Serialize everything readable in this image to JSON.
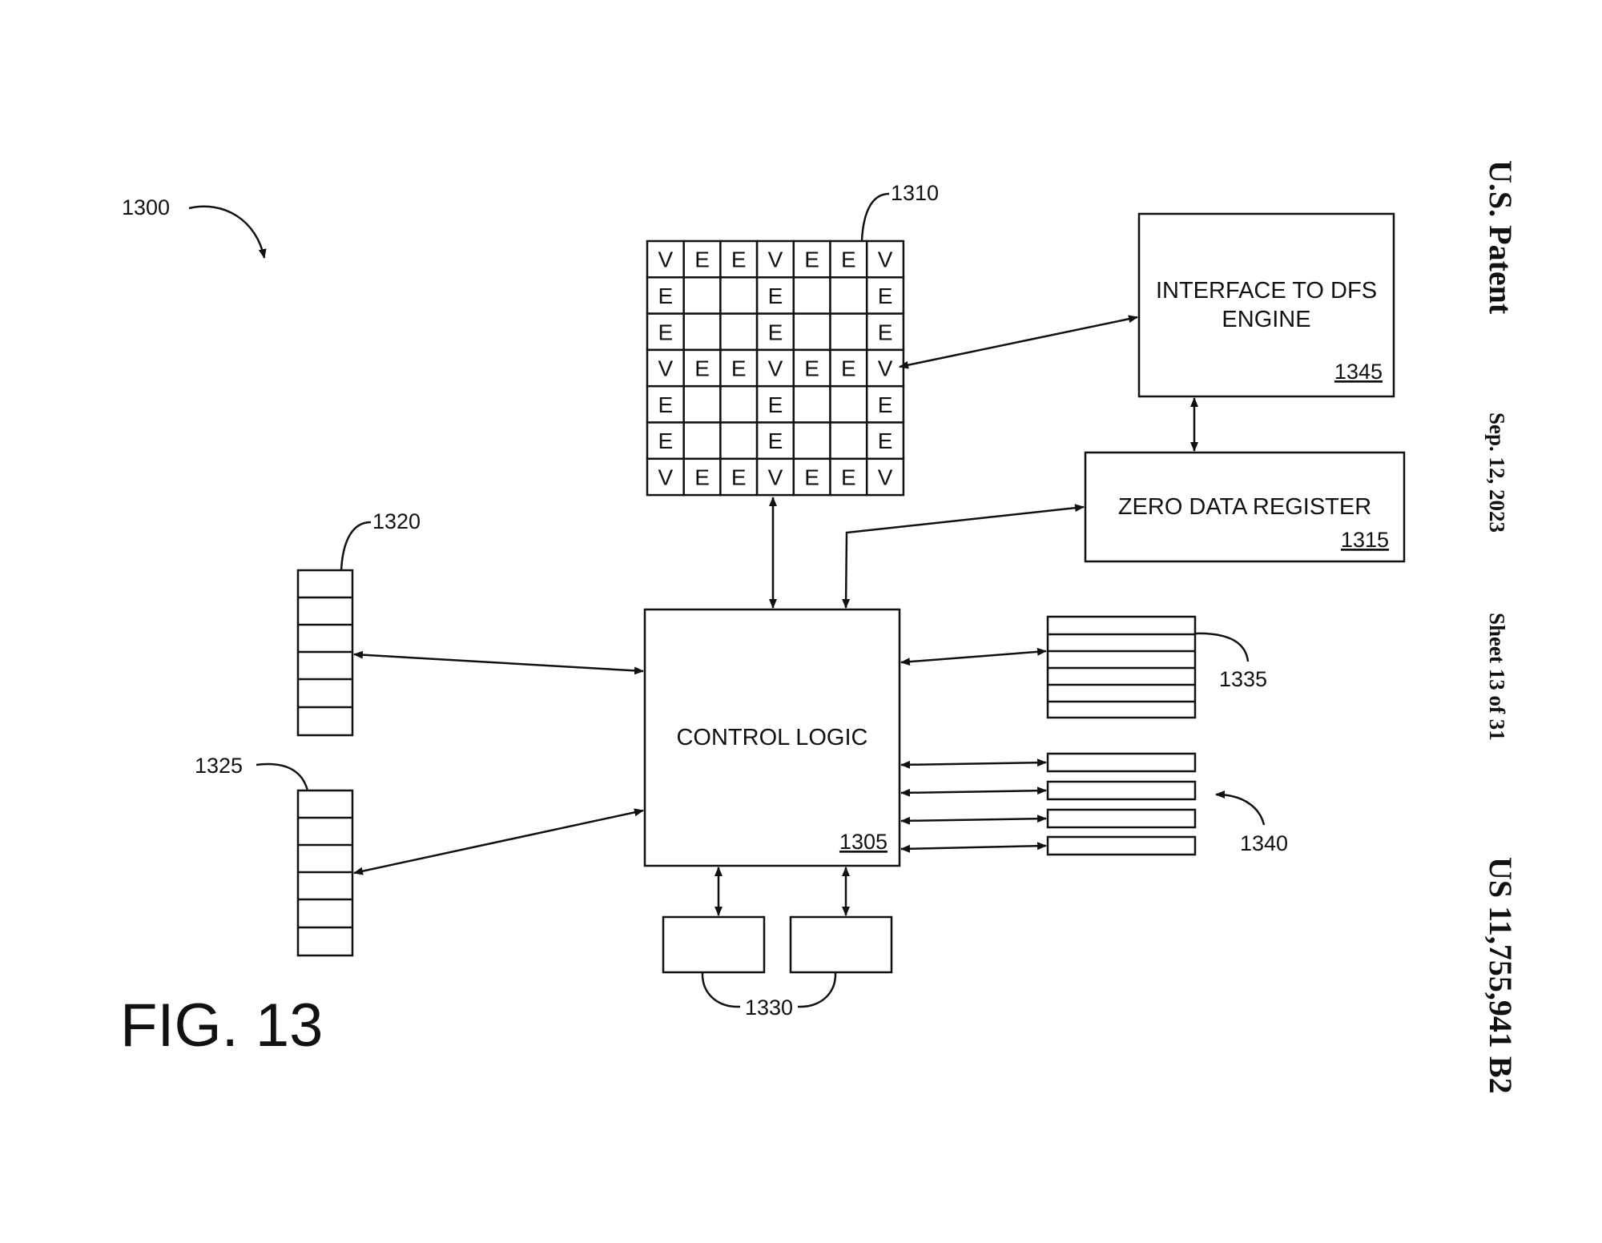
{
  "header": {
    "publisher": "U.S. Patent",
    "date": "Sep. 12, 2023",
    "sheet": "Sheet 13 of 31",
    "patent_number": "US 11,755,941 B2"
  },
  "figure": {
    "label": "FIG. 13",
    "ref_overall": "1300",
    "grid": {
      "ref": "1310",
      "rows": [
        [
          "V",
          "E",
          "E",
          "V",
          "E",
          "E",
          "V"
        ],
        [
          "E",
          "",
          "",
          "E",
          "",
          "",
          "E"
        ],
        [
          "E",
          "",
          "",
          "E",
          "",
          "",
          "E"
        ],
        [
          "V",
          "E",
          "E",
          "V",
          "E",
          "E",
          "V"
        ],
        [
          "E",
          "",
          "",
          "E",
          "",
          "",
          "E"
        ],
        [
          "E",
          "",
          "",
          "E",
          "",
          "",
          "E"
        ],
        [
          "V",
          "E",
          "E",
          "V",
          "E",
          "E",
          "V"
        ]
      ]
    },
    "interface": {
      "line1": "INTERFACE TO DFS",
      "line2": "ENGINE",
      "ref": "1345"
    },
    "zero_register": {
      "label": "ZERO DATA REGISTER",
      "ref": "1315"
    },
    "control_logic": {
      "label": "CONTROL LOGIC",
      "ref": "1305"
    },
    "refs": {
      "stack_upper": "1320",
      "stack_lower": "1325",
      "bottom_boxes": "1330",
      "right_stack": "1335",
      "right_bars": "1340"
    }
  }
}
